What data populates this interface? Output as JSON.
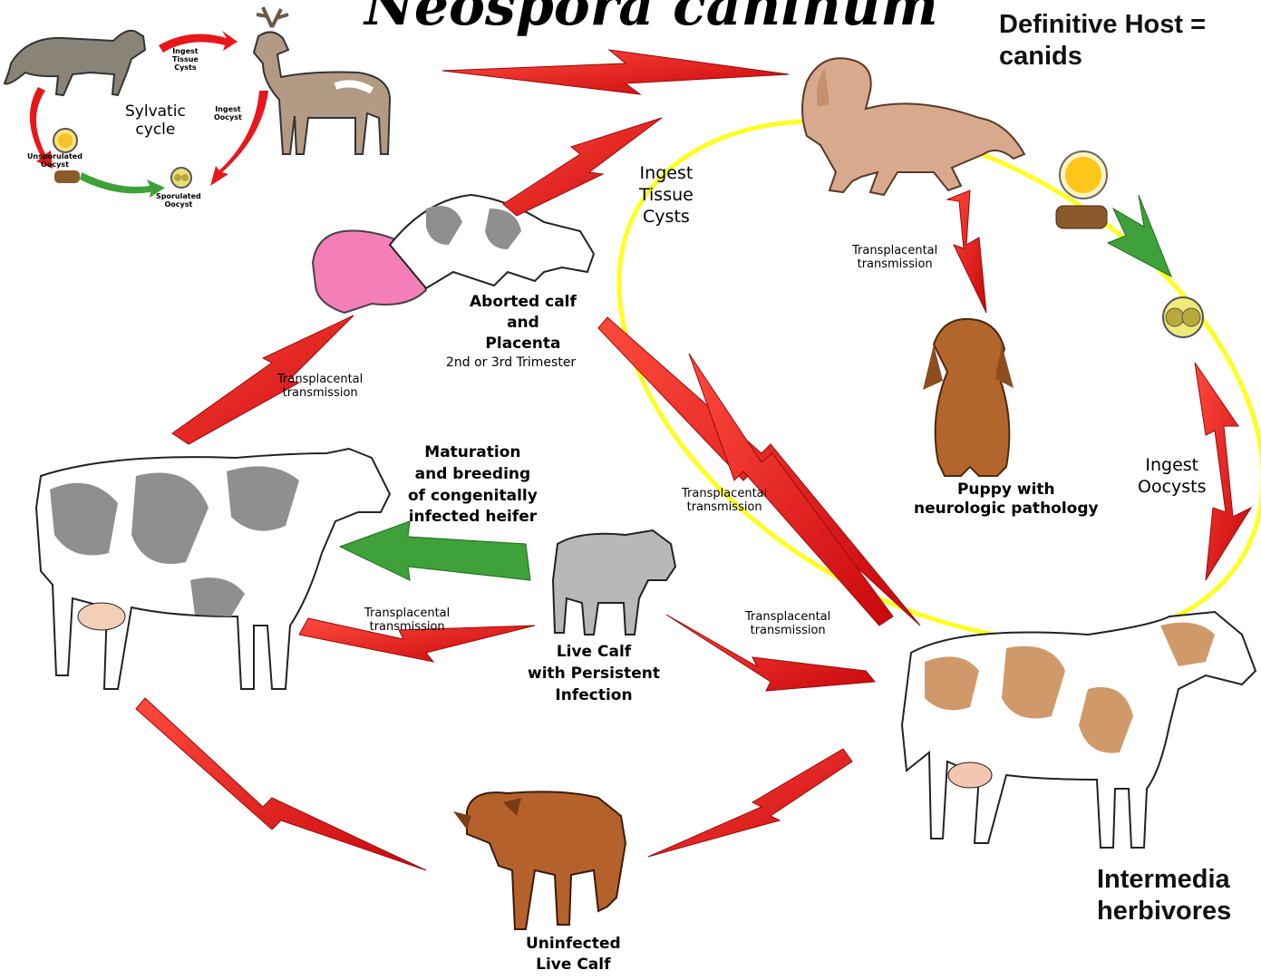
{
  "title": "Neospora caninum",
  "definitive_host": {
    "line1": "Definitive Host =",
    "line2": "canids"
  },
  "intermediate_host": {
    "line1": "Intermedia",
    "line2": "herbivores"
  },
  "sylvatic": {
    "label_line1": "Sylvatic",
    "label_line2": "cycle",
    "ingest_tissue_cysts": [
      "Ingest",
      "Tissue",
      "Cysts"
    ],
    "ingest_oocyst": [
      "Ingest",
      "Oocyst"
    ],
    "unsporulated_oocyst": [
      "Unsporulated",
      "Oocyst"
    ],
    "sporulated_oocyst": [
      "Sporulated",
      "Oocyst"
    ]
  },
  "labels": {
    "ingest_tissue_cysts": [
      "Ingest",
      "Tissue",
      "Cysts"
    ],
    "transplacental_dog": [
      "Transplacental",
      "transmission"
    ],
    "puppy": [
      "Puppy with",
      "neurologic pathology"
    ],
    "ingest_oocysts": [
      "Ingest",
      "Oocysts"
    ],
    "aborted_calf": [
      "Aborted calf",
      "and",
      "Placenta"
    ],
    "aborted_trimester": "2nd or 3rd Trimester",
    "transplacental_left": [
      "Transplacental",
      "transmission"
    ],
    "maturation": [
      "Maturation",
      "and breeding",
      "of congenitally",
      "infected heifer"
    ],
    "transplacental_middle": [
      "Transplacental",
      "transmission"
    ],
    "transplacental_bottom_left": [
      "Transplacental",
      "transmission"
    ],
    "transplacental_bottom_right": [
      "Transplacental",
      "transmission"
    ],
    "live_calf": [
      "Live Calf",
      "with Persistent",
      "Infection"
    ],
    "uninfected_calf": [
      "Uninfected",
      "Live Calf"
    ]
  },
  "colors": {
    "arrow_red": "#e8171b",
    "arrow_green": "#3fa13a",
    "highlight_ellipse": "#ffff22",
    "holstein_spots": "#8f8f8f",
    "brown_cow_spots": "#cf996a",
    "placenta": "#f47fb8",
    "dog": "#d9a98e",
    "puppy": "#b2662b",
    "calf_brown": "#b5612c",
    "calf_gray": "#b8b8b8"
  }
}
